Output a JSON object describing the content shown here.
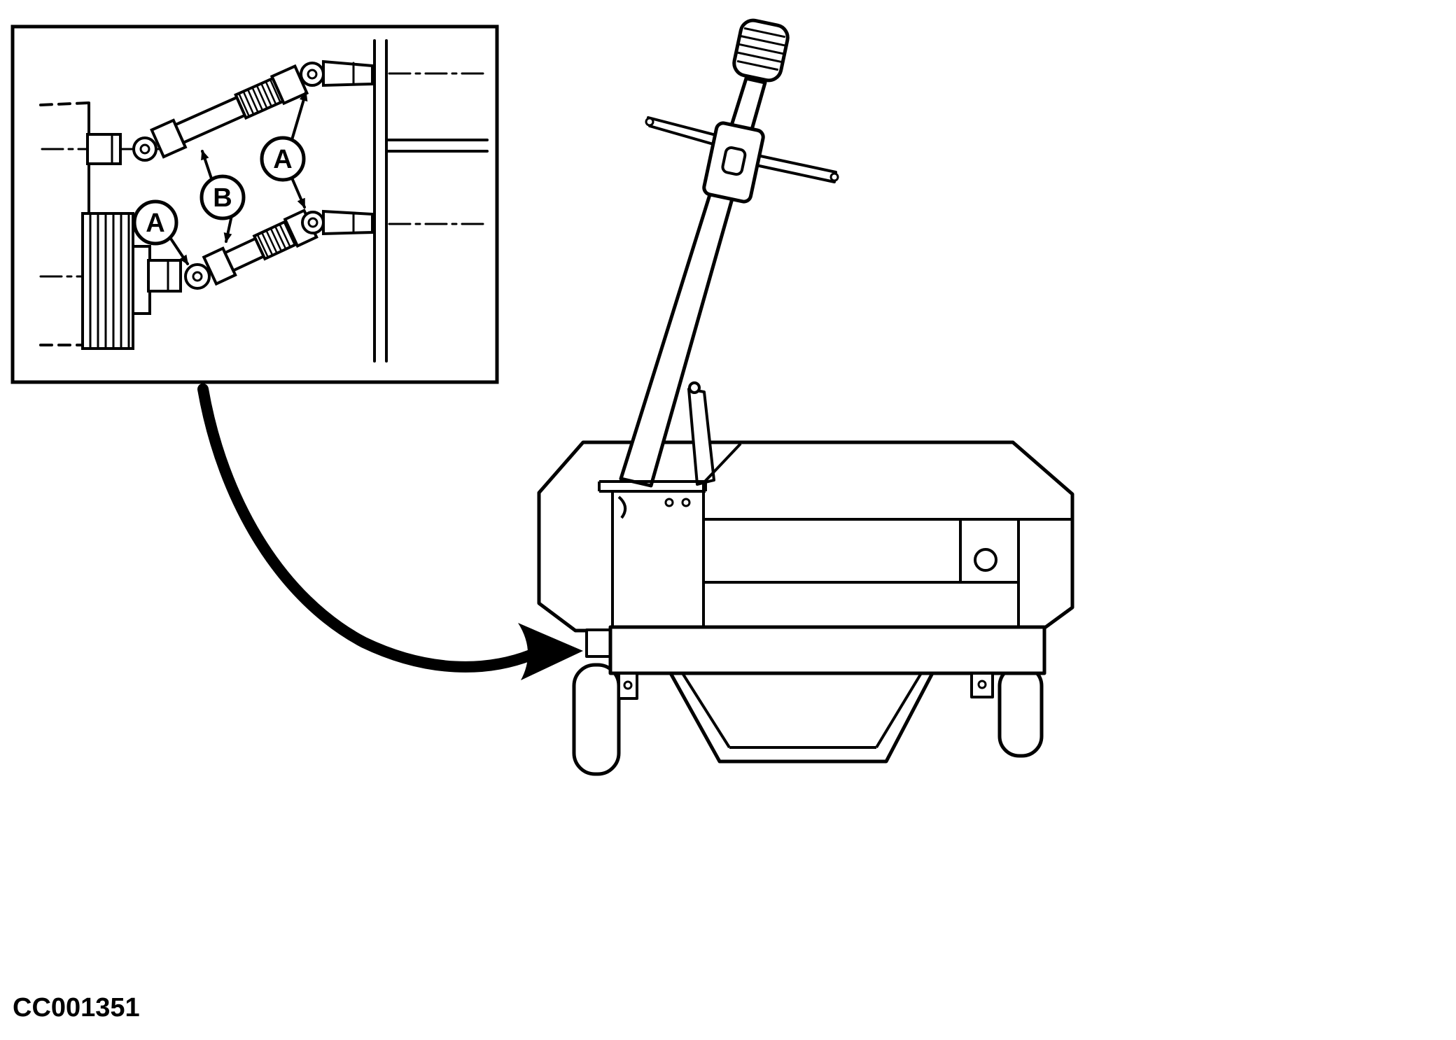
{
  "figure": {
    "code": "CC001351",
    "type": "technical-line-drawing"
  },
  "colors": {
    "ink": "#000000",
    "paper": "#ffffff"
  },
  "inset": {
    "callouts": [
      {
        "id": "a-left",
        "label": "A"
      },
      {
        "id": "b",
        "label": "B"
      },
      {
        "id": "a-right",
        "label": "A"
      }
    ]
  }
}
